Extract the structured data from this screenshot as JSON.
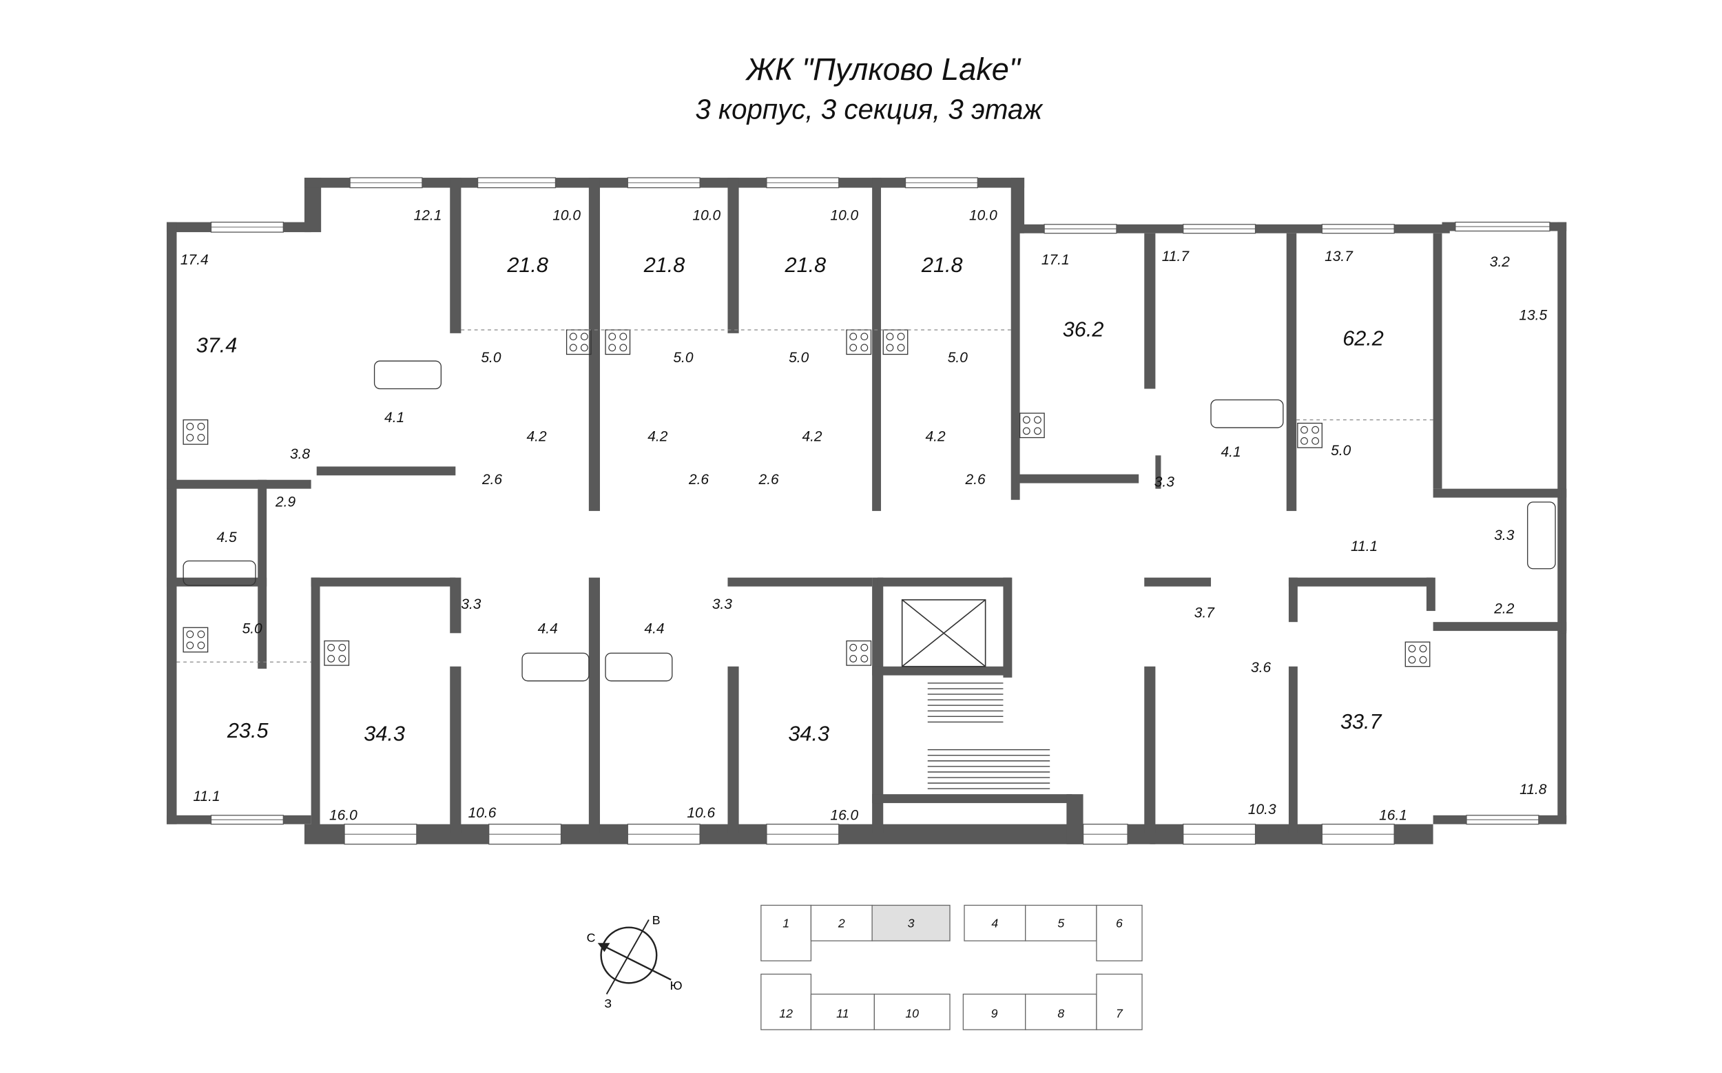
{
  "header": {
    "title": "ЖК \"Пулково Lake\"",
    "subtitle": "3 корпус, 3 секция, 3 этаж"
  },
  "rooms": {
    "large": [
      "37.4",
      "21.8",
      "21.8",
      "21.8",
      "21.8",
      "36.2",
      "62.2",
      "23.5",
      "34.3",
      "34.3",
      "33.7"
    ],
    "small": [
      "12.1",
      "10.0",
      "10.0",
      "10.0",
      "10.0",
      "17.4",
      "17.1",
      "11.7",
      "13.7",
      "3.2",
      "13.5",
      "5.0",
      "5.0",
      "5.0",
      "5.0",
      "4.1",
      "3.8",
      "4.2",
      "4.2",
      "4.2",
      "4.2",
      "2.6",
      "2.6",
      "2.6",
      "2.6",
      "4.1",
      "3.3",
      "5.0",
      "2.9",
      "4.5",
      "11.1",
      "3.3",
      "3.3",
      "4.4",
      "4.4",
      "3.3",
      "3.7",
      "2.2",
      "5.0",
      "3.6",
      "11.1",
      "16.0",
      "10.6",
      "10.6",
      "16.0",
      "10.3",
      "16.1",
      "11.8"
    ]
  },
  "compass": {
    "north": "С",
    "east": "В",
    "south": "Ю",
    "west": "З"
  },
  "sections": {
    "top": [
      "1",
      "2",
      "3",
      "4",
      "5",
      "6"
    ],
    "bottom": [
      "12",
      "11",
      "10",
      "9",
      "8",
      "7"
    ],
    "selected": "3",
    "selected_color": "#e0e0e0"
  },
  "colors": {
    "wall": "#595959"
  }
}
